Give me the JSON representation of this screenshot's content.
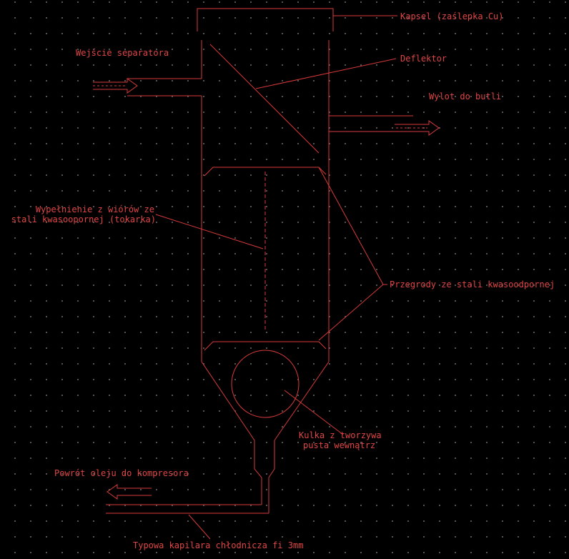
{
  "colors": {
    "background": "#000000",
    "line": "#d83a3a",
    "text": "#e04545",
    "grid": "#5a5a5a"
  },
  "labels": {
    "cap": "Kapsel (zaślepka Cu)",
    "inlet": "Wejście separatora",
    "deflector": "Deflektor",
    "outlet": "Wylot do butli",
    "filling_line1": "Wypełnienie z wiórów ze",
    "filling_line2": "stali kwasooporne​j (tokarka)",
    "baffles": "Przegrody ze stali kwasoodpornej",
    "ball_line1": "Kulka z tworzywa",
    "ball_line2": "pusta wewnątrz",
    "oil_return": "Powrót oleju do kompresora",
    "capillary": "Typowa kapilara chłodnicza fi 3mm"
  }
}
